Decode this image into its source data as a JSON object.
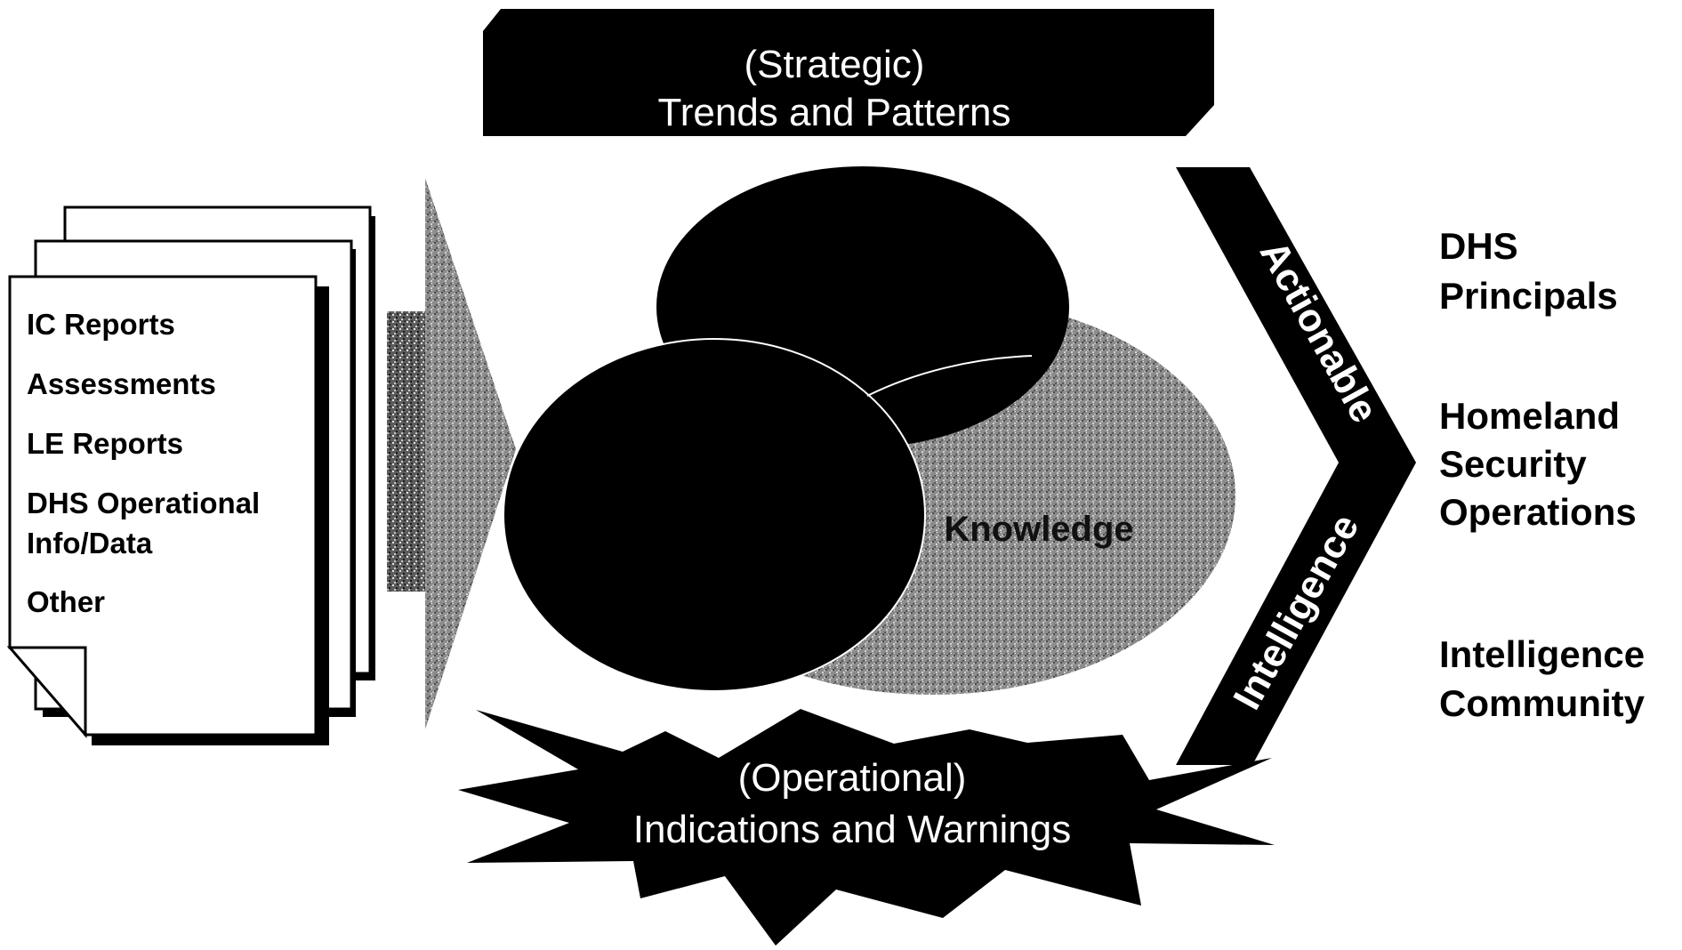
{
  "strategic_banner": {
    "line1": "(Strategic)",
    "line2": "Trends and Patterns"
  },
  "operational_burst": {
    "line1": "(Operational)",
    "line2": "Indications and Warnings"
  },
  "input_documents": {
    "items": [
      "IC Reports",
      "Assessments",
      "LE Reports",
      "DHS Operational",
      "Info/Data",
      "Other"
    ]
  },
  "venn": {
    "label": "Knowledge"
  },
  "actionable_chevron": {
    "word1": "Actionable",
    "word2": "Intelligence"
  },
  "audiences": {
    "groups": [
      {
        "lines": [
          "DHS",
          "Principals"
        ]
      },
      {
        "lines": [
          "Homeland",
          "Security",
          "Operations"
        ]
      },
      {
        "lines": [
          "Intelligence",
          "Community"
        ]
      }
    ]
  },
  "colors": {
    "dark": "#000000",
    "grey": "#8a8a8a",
    "paper": "#ffffff"
  }
}
